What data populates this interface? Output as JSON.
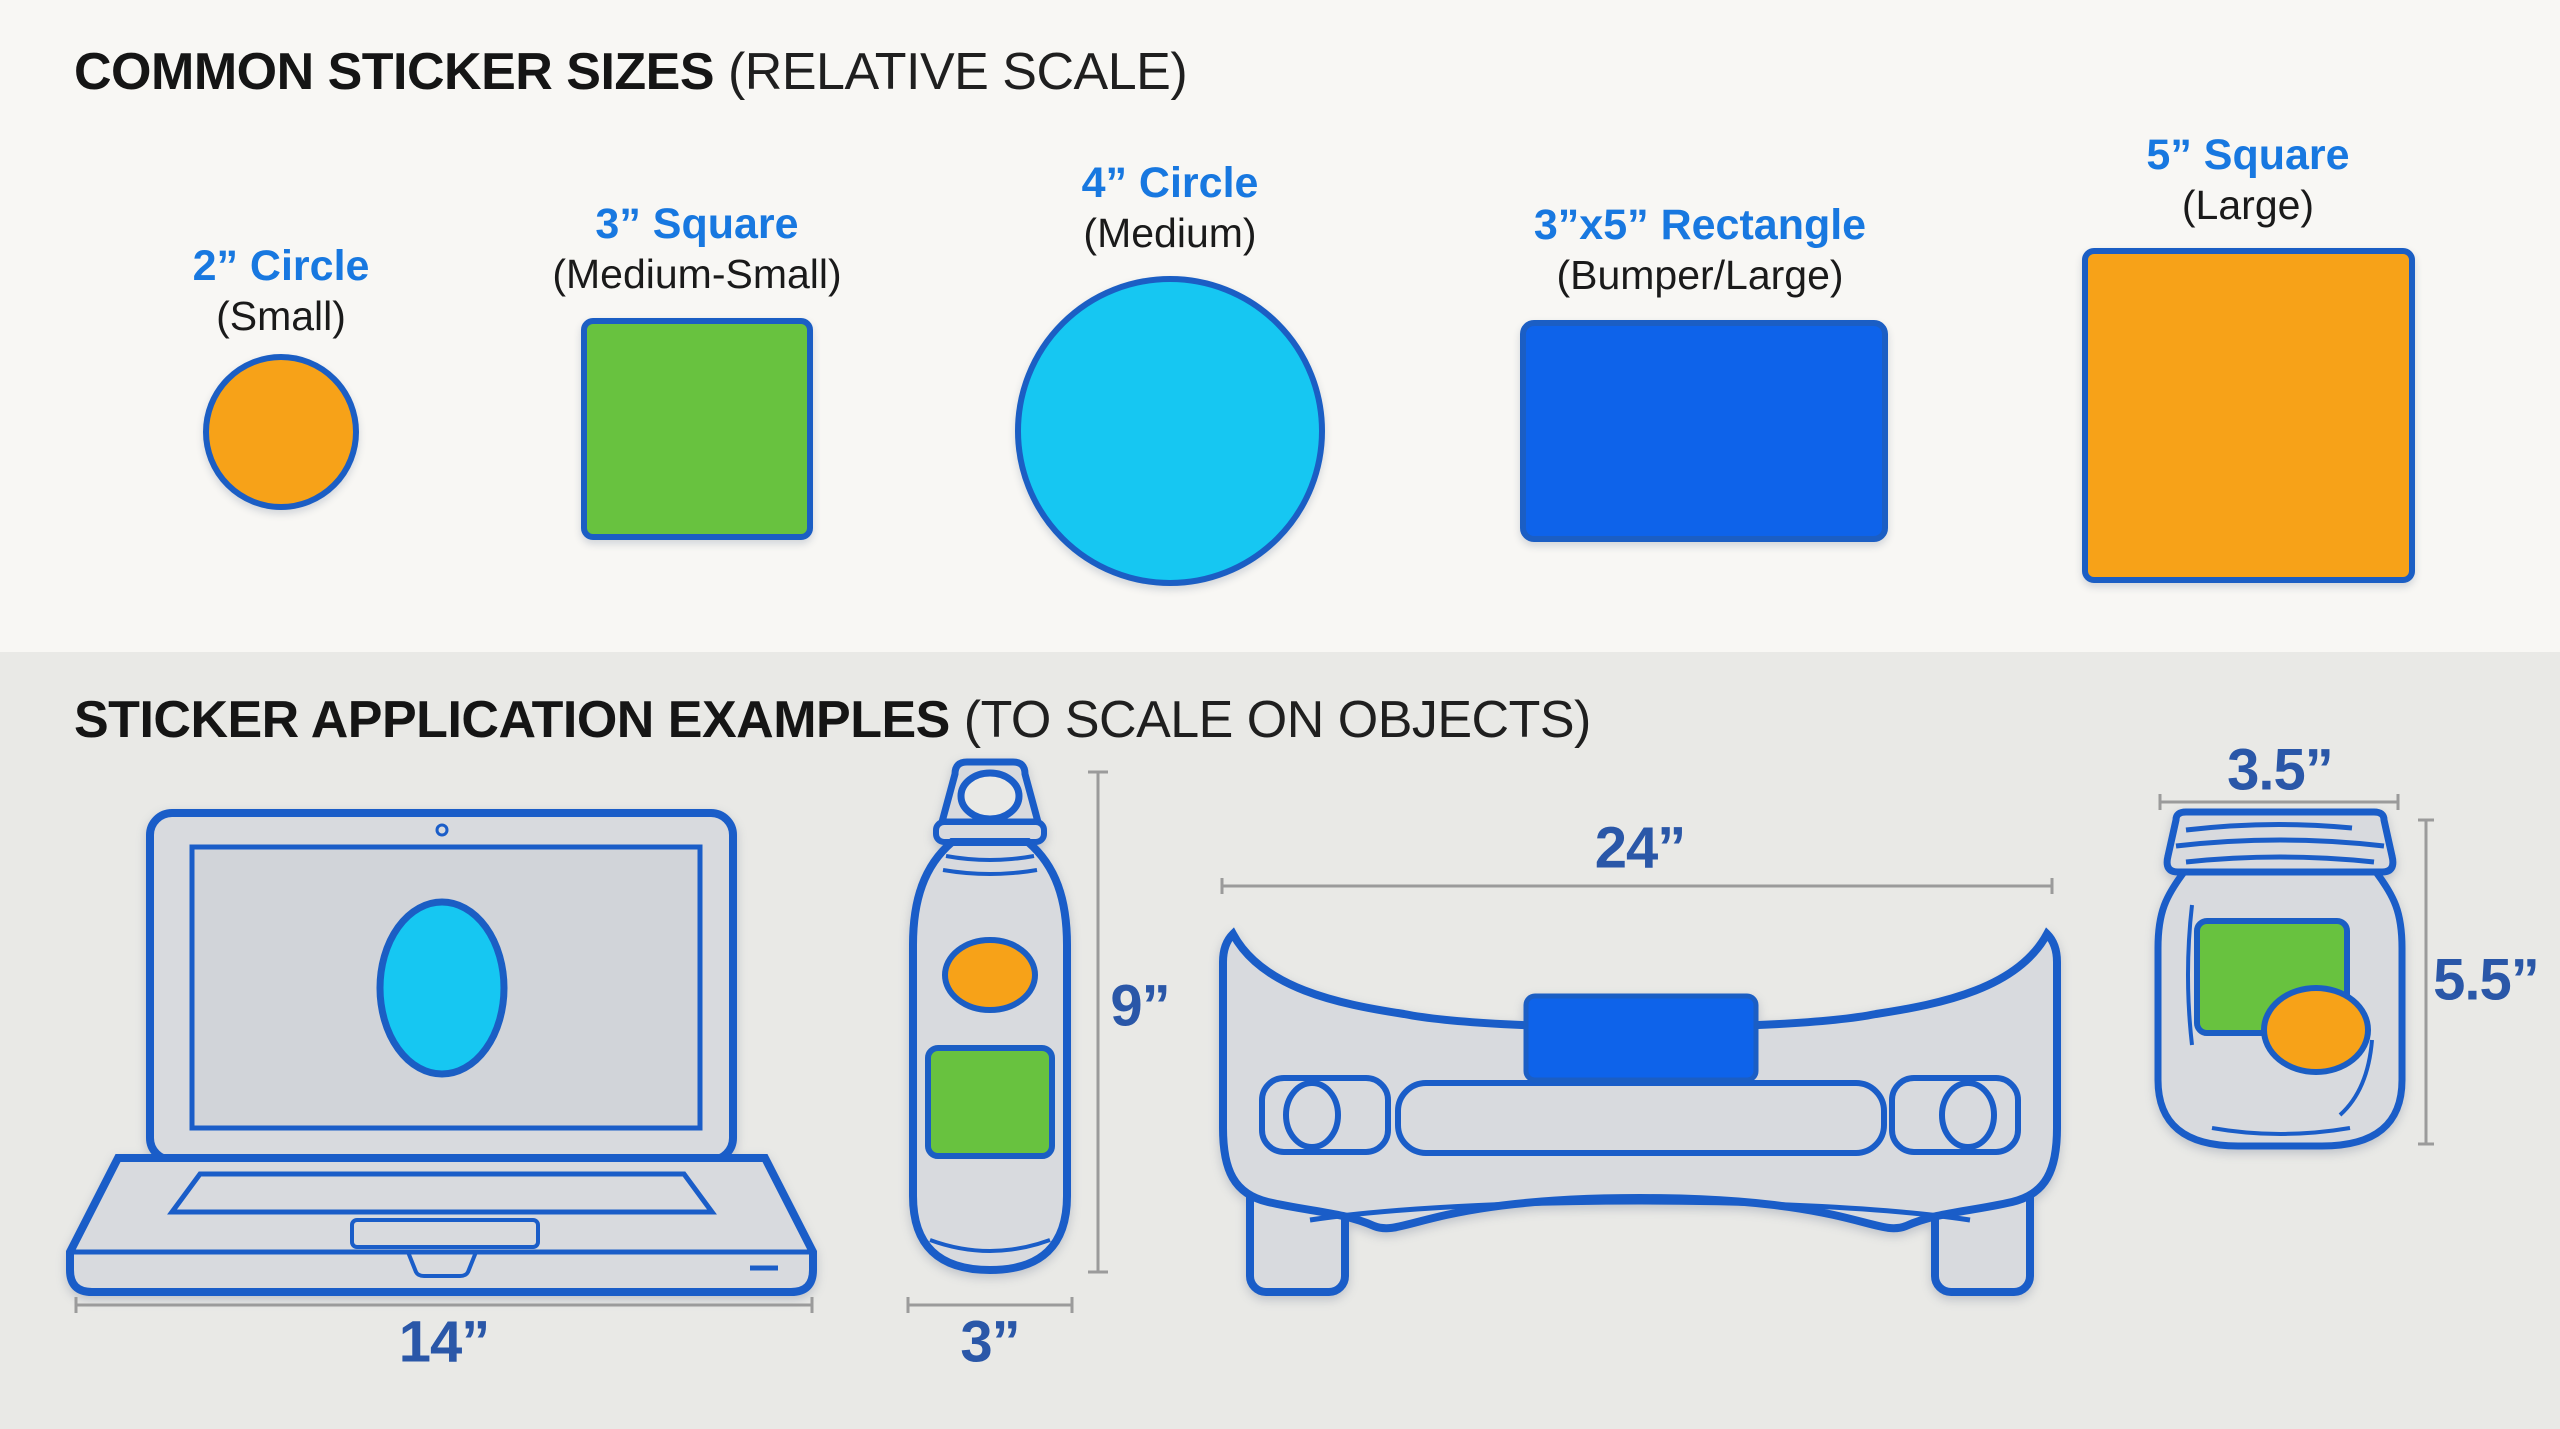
{
  "colors": {
    "bg_top": "#f8f7f4",
    "bg_bottom": "#e9e9e6",
    "orange": "#f7a218",
    "green": "#68c23f",
    "cyan": "#16c7f2",
    "blue": "#0e63ea",
    "outline": "#1a5dc8",
    "sticker_outline": "#1b5ec4",
    "object_fill": "#d8dade",
    "screen_fill": "#d1d4d9",
    "dim_line": "#9b9b9b",
    "label_blue": "#1878e0",
    "dim_blue": "#2a57a8"
  },
  "top_section": {
    "title_bold": "COMMON STICKER SIZES",
    "title_rest": " (RELATIVE SCALE)",
    "stickers": [
      {
        "size": "2” Circle",
        "category": "(Small)",
        "shape": "circle",
        "color": "orange"
      },
      {
        "size": "3” Square",
        "category": "(Medium-Small)",
        "shape": "square",
        "color": "green"
      },
      {
        "size": "4” Circle",
        "category": "(Medium)",
        "shape": "circle",
        "color": "cyan"
      },
      {
        "size": "3”x5” Rectangle",
        "category": "(Bumper/Large)",
        "shape": "rectangle",
        "color": "blue"
      },
      {
        "size": "5” Square",
        "category": "(Large)",
        "shape": "square",
        "color": "orange"
      }
    ]
  },
  "bottom_section": {
    "title_bold": "STICKER APPLICATION EXAMPLES",
    "title_rest": " (TO SCALE ON OBJECTS)",
    "objects": [
      {
        "name": "laptop",
        "width_label": "14”"
      },
      {
        "name": "water-bottle",
        "height_label": "9”",
        "width_label": "3”"
      },
      {
        "name": "car-bumper",
        "width_label": "24”"
      },
      {
        "name": "mason-jar",
        "width_label": "3.5”",
        "height_label": "5.5”"
      }
    ]
  }
}
